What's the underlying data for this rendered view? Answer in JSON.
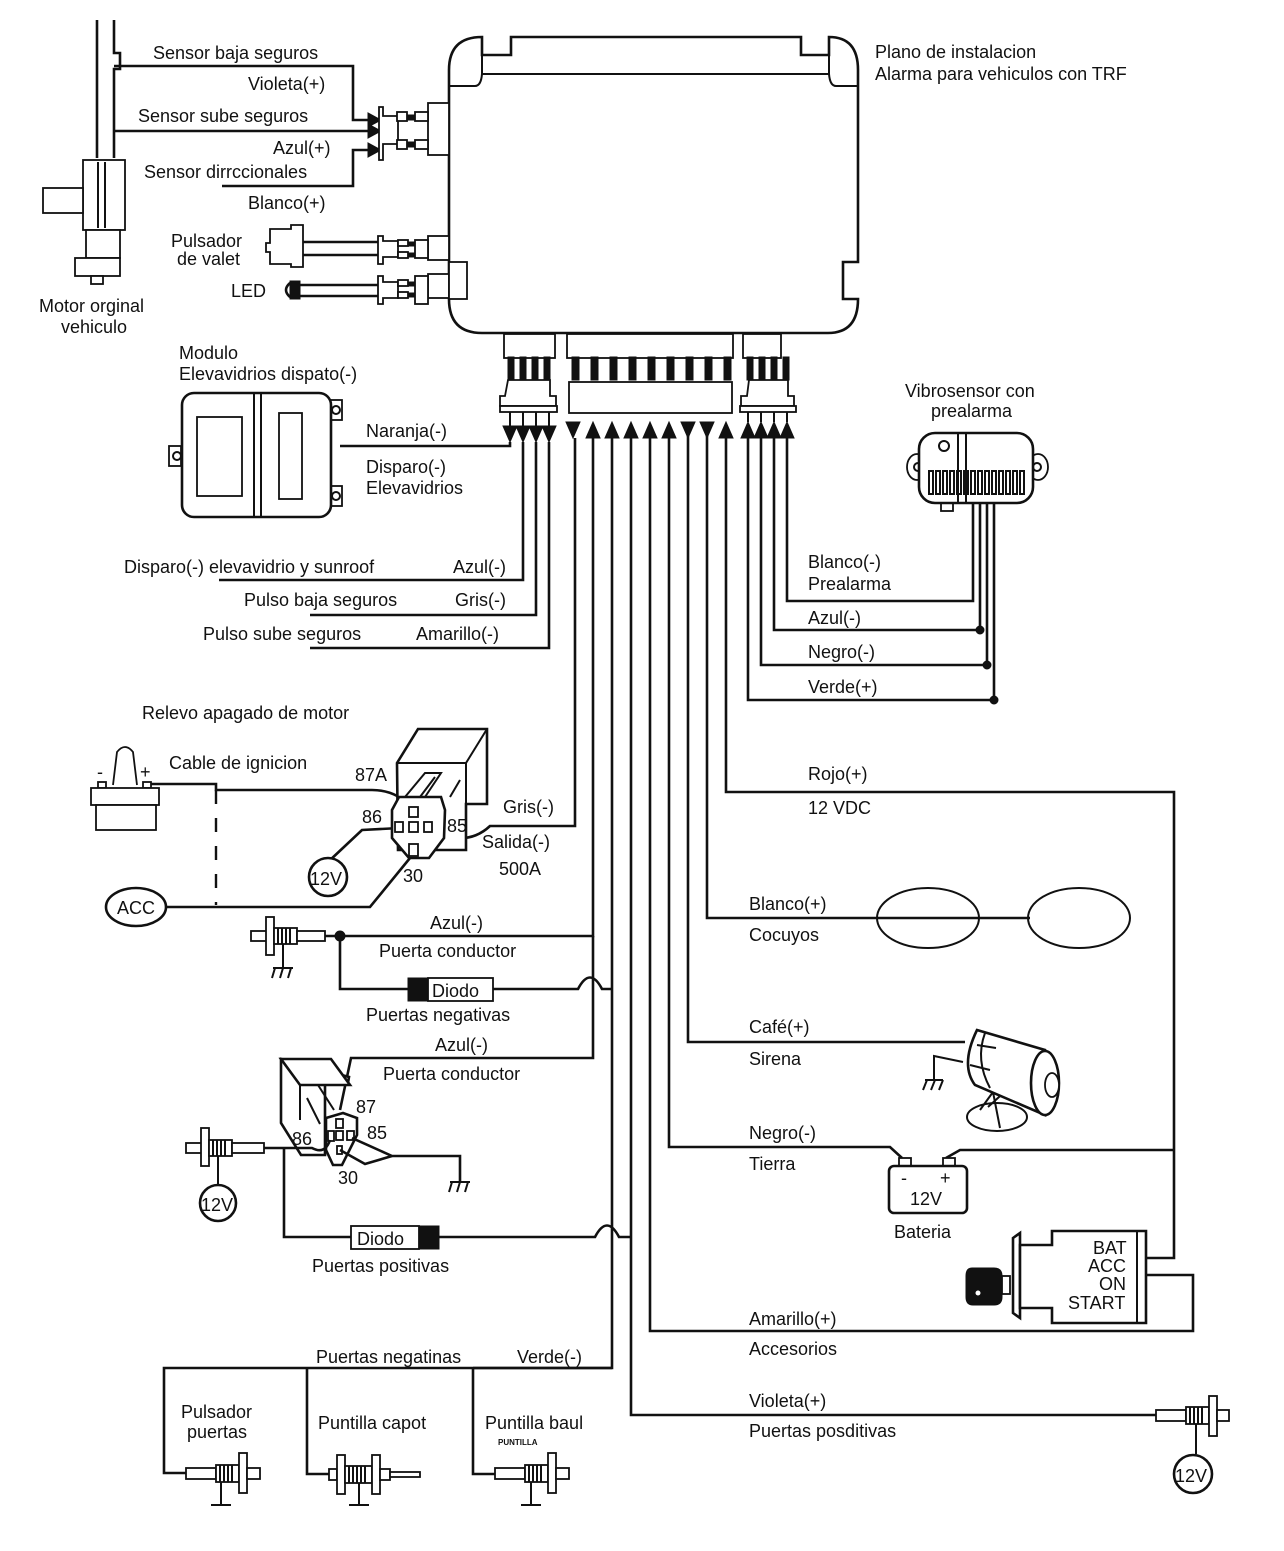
{
  "title": {
    "line1": "Plano de instalacion",
    "line2": "Alarma para vehiculos con TRF"
  },
  "motor": {
    "label_line1": "Motor orginal",
    "label_line2": "vehiculo",
    "sensor_baja_seguros": "Sensor baja seguros",
    "violeta_plus": "Violeta(+)",
    "sensor_sube_seguros": "Sensor sube seguros",
    "azul_plus": "Azul(+)",
    "sensor_direccionales": "Sensor dirrccionales",
    "blanco_plus": "Blanco(+)"
  },
  "valet": {
    "label_line1": "Pulsador",
    "label_line2": "de valet",
    "led": "LED"
  },
  "window_module": {
    "title_line1": "Modulo",
    "title_line2": "Elevavidrios dispato(-)",
    "naranja": "Naranja(-)",
    "disparo_line1": "Disparo(-)",
    "disparo_line2": "Elevavidrios"
  },
  "left_wires": [
    {
      "function": "Disparo(-) elevavidrio y sunroof",
      "color": "Azul(-)"
    },
    {
      "function": "Pulso baja seguros",
      "color": "Gris(-)"
    },
    {
      "function": "Pulso sube seguros",
      "color": "Amarillo(-)"
    }
  ],
  "vibrosensor": {
    "title_line1": "Vibrosensor con",
    "title_line2": "prealarma",
    "wires": [
      {
        "line1": "Blanco(-)",
        "line2": "Prealarma"
      },
      {
        "line1": "Azul(-)",
        "line2": ""
      },
      {
        "line1": "Negro(-)",
        "line2": ""
      },
      {
        "line1": "Verde(+)",
        "line2": ""
      }
    ]
  },
  "engine_relay": {
    "title": "Relevo apagado de motor",
    "ignition_cable": "Cable de ignicion",
    "battery_minus": "-",
    "battery_plus": "+",
    "pin_87a": "87A",
    "pin_86": "86",
    "pin_85": "85",
    "pin_30": "30",
    "v12": "12V",
    "acc": "ACC",
    "gris": "Gris(-)",
    "salida": "Salida(-)",
    "amps": "500A"
  },
  "door_negative": {
    "azul": "Azul(-)",
    "puerta_conductor": "Puerta conductor",
    "diodo": "Diodo",
    "puertas_negativas": "Puertas negativas"
  },
  "door_positive": {
    "azul": "Azul(-)",
    "puerta_conductor": "Puerta conductor",
    "pin_87": "87",
    "pin_86": "86",
    "pin_85": "85",
    "pin_30": "30",
    "v12": "12V",
    "diodo": "Diodo",
    "puertas_positivas": "Puertas positivas"
  },
  "right_wires": {
    "rojo": "Rojo(+)",
    "vdc": "12 VDC",
    "blanco": "Blanco(+)",
    "cocuyos": "Cocuyos",
    "cafe": "Café(+)",
    "sirena": "Sirena",
    "negro": "Negro(-)",
    "tierra": "Tierra",
    "battery_minus": "-",
    "battery_plus": "+",
    "battery_voltage": "12V",
    "bateria": "Bateria",
    "ignition_positions": [
      "BAT",
      "ACC",
      "ON",
      "START"
    ],
    "amarillo": "Amarillo(+)",
    "accesorios": "Accesorios",
    "violeta": "Violeta(+)",
    "puertas_positivas": "Puertas posditivas",
    "v12": "12V"
  },
  "bottom": {
    "puertas_negatinas": "Puertas negatinas",
    "verde": "Verde(-)",
    "pulsador_line1": "Pulsador",
    "pulsador_line2": "puertas",
    "puntilla_capot": "Puntilla capot",
    "puntilla_baul": "Puntilla baul",
    "puntilla_small": "PUNTILLA"
  }
}
